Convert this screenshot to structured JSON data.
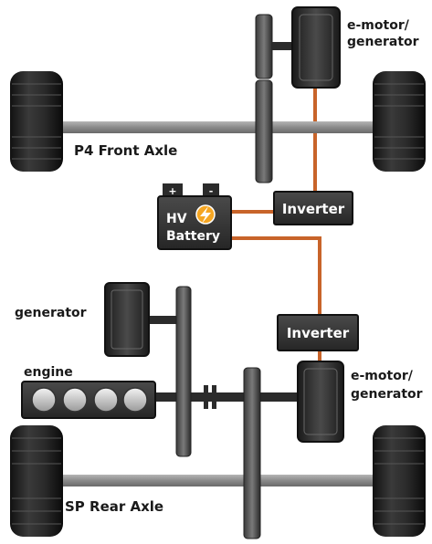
{
  "labels": {
    "front_motor": [
      "e-motor/",
      "generator"
    ],
    "front_axle": "P4 Front Axle",
    "inverter_front": "Inverter",
    "battery": [
      "HV",
      "Battery"
    ],
    "battery_plus": "+",
    "battery_minus": "-",
    "generator": "generator",
    "inverter_rear": "Inverter",
    "engine": "engine",
    "rear_motor": [
      "e-motor/",
      "generator"
    ],
    "rear_axle": "SP Rear Axle"
  },
  "colors": {
    "cable": "#c8642a",
    "component_dark": "#2b2b2b",
    "shaft": "#4a4a4a",
    "axle": "#8c8c8c",
    "bolt": "#f5a623"
  },
  "icons": {
    "battery_bolt": "lightning-bolt-icon"
  }
}
